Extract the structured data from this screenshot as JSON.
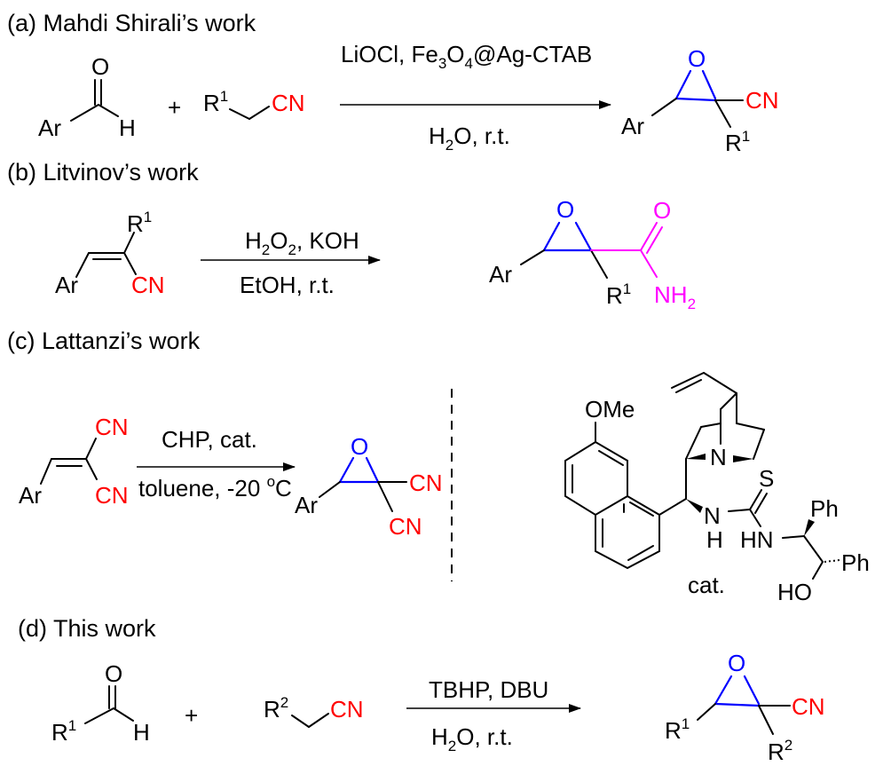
{
  "panels": {
    "a": {
      "heading": "(a) Mahdi Shirali’s work",
      "reactant1": {
        "aryl": "Ar",
        "o": "O",
        "h": "H"
      },
      "plus": "+",
      "reactant2": {
        "r": "R",
        "r_sup": "1",
        "cn": "CN"
      },
      "conditions_top": {
        "part1": "LiOCl, Fe",
        "sub1": "3",
        "part2": "O",
        "sub2": "4",
        "part3": "@Ag-CTAB"
      },
      "conditions_bottom": {
        "part1": "H",
        "sub1": "2",
        "part2": "O,  r.t."
      },
      "product": {
        "o": "O",
        "aryl": "Ar",
        "cn": "CN",
        "r": "R",
        "r_sup": "1"
      }
    },
    "b": {
      "heading": "(b) Litvinov’s work",
      "reactant": {
        "r": "R",
        "r_sup": "1",
        "aryl": "Ar",
        "cn": "CN"
      },
      "conditions_top": {
        "part1": "H",
        "sub1": "2",
        "part2": "O",
        "sub2": "2",
        "part3": ", KOH"
      },
      "conditions_bottom": "EtOH, r.t.",
      "product": {
        "o": "O",
        "aryl": "Ar",
        "r": "R",
        "r_sup": "1",
        "amide_o": "O",
        "nh": "NH",
        "nh_sub": "2"
      }
    },
    "c": {
      "heading": "(c) Lattanzi’s work",
      "reactant": {
        "aryl": "Ar",
        "cn1": "CN",
        "cn2": "CN"
      },
      "conditions_top": "CHP, cat.",
      "conditions_bottom": {
        "part1": "toluene, -20 ",
        "sup": "o",
        "part2": "C"
      },
      "product": {
        "o": "O",
        "aryl": "Ar",
        "cn1": "CN",
        "cn2": "CN"
      },
      "catalyst": {
        "ome": "OMe",
        "n_quin": "N",
        "s": "S",
        "nh_n": "N",
        "nh_h": "H",
        "hn": "HN",
        "ph1": "Ph",
        "ph2": "Ph",
        "ho": "HO",
        "label": "cat."
      }
    },
    "d": {
      "heading": "(d) This work",
      "reactant1": {
        "r": "R",
        "r_sup": "1",
        "o": "O",
        "h": "H"
      },
      "plus": "+",
      "reactant2": {
        "r": "R",
        "r_sup": "2",
        "cn": "CN"
      },
      "conditions_top": "TBHP, DBU",
      "conditions_bottom": {
        "part1": "H",
        "sub1": "2",
        "part2": "O,  r.t."
      },
      "product": {
        "o": "O",
        "r1": "R",
        "r1_sup": "1",
        "cn": "CN",
        "r2": "R",
        "r2_sup": "2"
      }
    }
  },
  "colors": {
    "nitrile": "#ff0000",
    "epoxide": "#0000ff",
    "amide": "#ff00ff",
    "bond": "#000000"
  }
}
